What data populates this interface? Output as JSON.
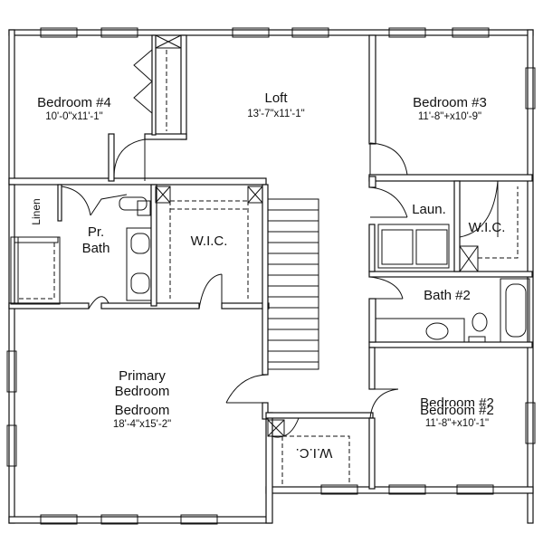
{
  "rooms": {
    "bedroom4": {
      "name": "Bedroom #4",
      "dims": "10'-0\"x11'-1\""
    },
    "loft": {
      "name": "Loft",
      "dims": "13'-7\"x11'-1\""
    },
    "bedroom3": {
      "name": "Bedroom #3",
      "dims": "11'-8\"+x10'-9\""
    },
    "linen": {
      "name": "Linen"
    },
    "pr_bath": {
      "line1": "Pr.",
      "line2": "Bath"
    },
    "wic_primary": {
      "name": "W.I.C."
    },
    "laundry": {
      "name": "Laun."
    },
    "wic_bed3": {
      "name": "W.I.C."
    },
    "bath2": {
      "name": "Bath #2"
    },
    "primary_bedroom": {
      "line1": "Primary",
      "line2": "Bedroom",
      "line3": "Bedroom",
      "dims": "18'-4\"x15'-2\""
    },
    "bedroom2": {
      "ghost": "Bedroom #2",
      "name": "Bedroom #2",
      "dims": "11'-8\"+x10'-1\""
    },
    "wic_bed2": {
      "name": "W.I.C."
    }
  },
  "colors": {
    "sink_accent": "#2233cc",
    "wall": "#111111"
  }
}
